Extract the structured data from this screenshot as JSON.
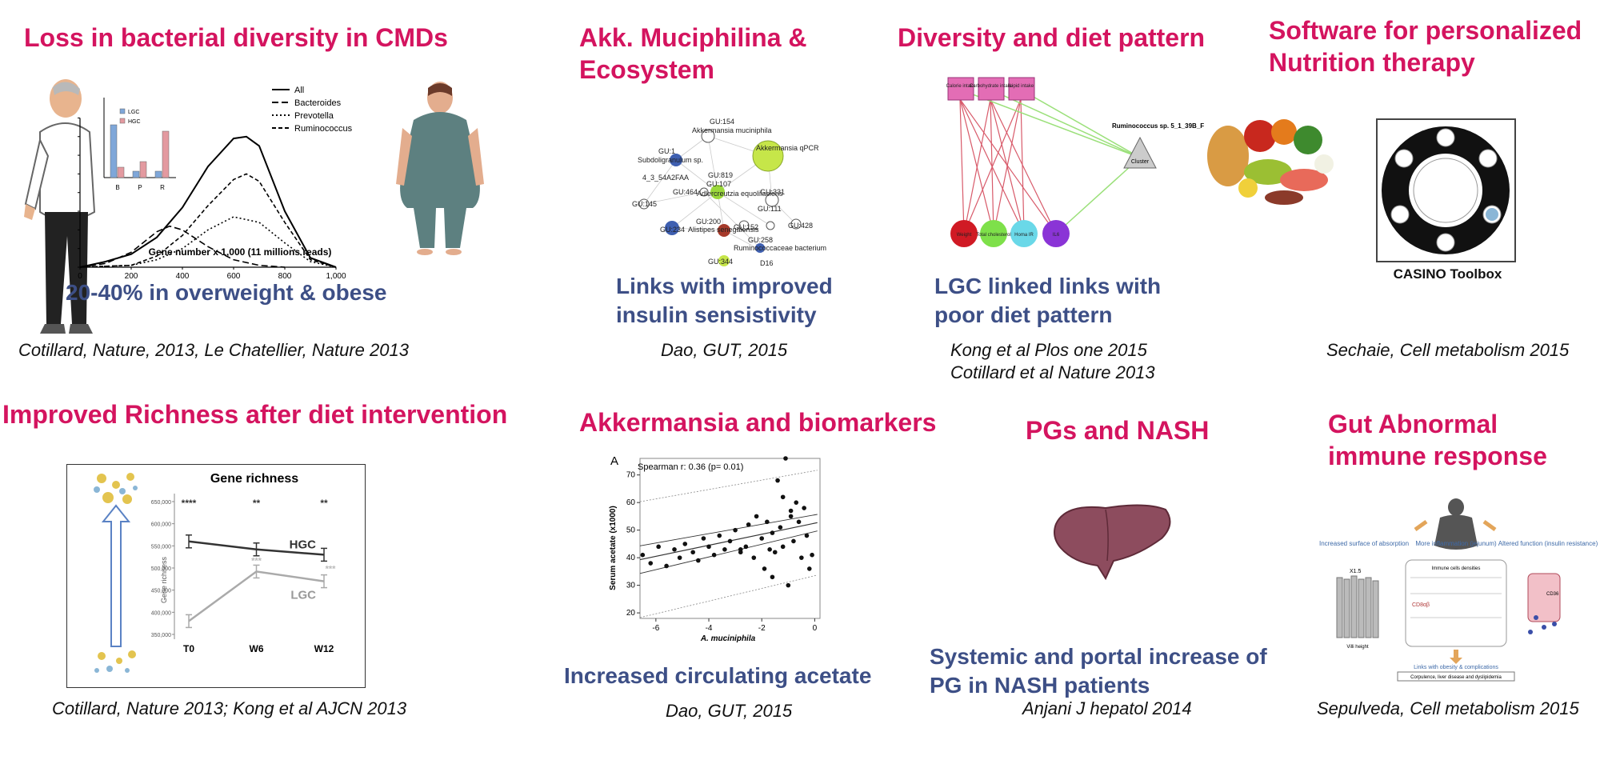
{
  "panels": {
    "p1": {
      "title": "Loss in bacterial diversity in CMDs",
      "subtitle": "20-40% in overweight & obese",
      "citation": "Cotillard, Nature, 2013, Le Chatellier, Nature 2013"
    },
    "p2": {
      "title_line1": "Akk. Muciphilina &",
      "title_line2": "Ecosystem",
      "subtitle_line1": "Links with improved",
      "subtitle_line2": "insulin sensistivity",
      "citation": "Dao, GUT, 2015"
    },
    "p3": {
      "title": "Diversity and diet pattern",
      "subtitle_line1": "LGC linked links with",
      "subtitle_line2": "poor diet pattern",
      "citation_line1": "Kong et al Plos one 2015",
      "citation_line2": "Cotillard et al Nature  2013"
    },
    "p4": {
      "title_line1": "Software for personalized",
      "title_line2": "Nutrition therapy",
      "caption": "CASINO Toolbox",
      "citation": "Sechaie, Cell metabolism 2015"
    },
    "p5": {
      "title": "Improved Richness after diet intervention",
      "citation": "Cotillard, Nature 2013; Kong et al AJCN 2013"
    },
    "p6": {
      "title": "Akkermansia and biomarkers",
      "subtitle": "Increased circulating acetate",
      "citation": "Dao, GUT, 2015"
    },
    "p7": {
      "title": "PGs and NASH",
      "subtitle_line1": "Systemic and portal increase of",
      "subtitle_line2": "PG in NASH patients",
      "citation": "Anjani J hepatol 2014"
    },
    "p8": {
      "title_line1": "Gut Abnormal",
      "title_line2": "immune response",
      "citation": "Sepulveda, Cell metabolism 2015"
    }
  },
  "colors": {
    "title": "#d4145f",
    "subtitle": "#3d4f86",
    "citation": "#111111"
  },
  "chart_data": [
    {
      "type": "line",
      "xlabel": "Gene number  x 1,000 (11 millions reads)",
      "ylabel": "",
      "xlim": [
        0,
        1000
      ],
      "ylim": [
        0,
        80
      ],
      "xticks": [
        "0",
        "200",
        "400",
        "600",
        "800",
        "1,000"
      ],
      "yticks": [
        "0",
        "10",
        "20",
        "30",
        "40",
        "50",
        "60",
        "70",
        "80"
      ],
      "series": [
        {
          "name": "All",
          "x": [
            0,
            100,
            200,
            300,
            400,
            500,
            600,
            650,
            700,
            800,
            900,
            1000
          ],
          "y": [
            0,
            3,
            7,
            16,
            32,
            54,
            69,
            70,
            65,
            30,
            5,
            0
          ]
        },
        {
          "name": "Bacteroides",
          "x": [
            0,
            100,
            200,
            300,
            350,
            400,
            500,
            600,
            700,
            800
          ],
          "y": [
            0,
            2,
            8,
            19,
            22,
            20,
            11,
            4,
            1,
            0
          ]
        },
        {
          "name": "Prevotella",
          "x": [
            0,
            200,
            300,
            400,
            500,
            600,
            700,
            800,
            900,
            1000
          ],
          "y": [
            0,
            1,
            4,
            10,
            20,
            27,
            24,
            13,
            3,
            0
          ]
        },
        {
          "name": "Ruminococcus",
          "x": [
            0,
            200,
            300,
            400,
            500,
            600,
            650,
            700,
            800,
            900,
            1000
          ],
          "y": [
            0,
            1,
            6,
            17,
            33,
            47,
            50,
            46,
            24,
            4,
            0
          ]
        }
      ],
      "inset": {
        "type": "bar",
        "categories": [
          "B",
          "P",
          "R"
        ],
        "series": [
          {
            "name": "LGC",
            "values": [
              0.66,
              0.08,
              0.08
            ]
          },
          {
            "name": "HGC",
            "values": [
              0.13,
              0.2,
              0.58
            ]
          }
        ],
        "ylim": [
          0,
          1.0
        ],
        "yticks": [
          "0.0",
          "0.1",
          "0.2",
          "0.3",
          "0.4",
          "0.5",
          "0.6",
          "0.7",
          "0.8",
          "0.9",
          "1.0"
        ]
      }
    },
    {
      "type": "line",
      "title": "Gene richness",
      "ylabel": "Gene richness",
      "categories": [
        "T0",
        "W6",
        "W12"
      ],
      "ylim": [
        350000,
        650000
      ],
      "yticks": [
        "350,000",
        "400,000",
        "450,000",
        "500,000",
        "550,000",
        "600,000",
        "650,000"
      ],
      "series": [
        {
          "name": "HGC",
          "values": [
            560000,
            542000,
            530000
          ]
        },
        {
          "name": "LGC",
          "values": [
            380000,
            492000,
            470000
          ]
        }
      ],
      "annotations": [
        "****",
        "**",
        "**",
        "***",
        "***"
      ]
    },
    {
      "type": "scatter",
      "label": "A",
      "annotation": "Spearman r: 0.36 (p= 0.01)",
      "xlabel": "A. muciniphila",
      "ylabel": "Serum acetate (x1000)",
      "xlim": [
        -6.6,
        0.2
      ],
      "ylim": [
        18,
        76
      ],
      "xticks": [
        "-6",
        "-4",
        "-2",
        "0"
      ],
      "yticks": [
        "20",
        "30",
        "40",
        "50",
        "60",
        "70"
      ],
      "x": [
        -6.5,
        -6.2,
        -5.9,
        -5.6,
        -5.3,
        -5.1,
        -4.9,
        -4.6,
        -4.4,
        -4.2,
        -4.0,
        -3.8,
        -3.6,
        -3.4,
        -3.2,
        -3.0,
        -2.8,
        -2.6,
        -2.5,
        -2.3,
        -2.2,
        -2.0,
        -1.9,
        -1.8,
        -1.7,
        -1.6,
        -1.5,
        -1.4,
        -1.3,
        -1.2,
        -1.1,
        -1.0,
        -0.9,
        -0.8,
        -0.7,
        -0.6,
        -0.5,
        -0.4,
        -0.3,
        -0.2,
        -0.1,
        -1.6,
        -1.2,
        -2.8,
        -0.9
      ],
      "y": [
        41,
        38,
        44,
        37,
        43,
        40,
        45,
        42,
        39,
        47,
        44,
        41,
        48,
        43,
        46,
        50,
        42,
        44,
        52,
        40,
        55,
        47,
        36,
        53,
        43,
        49,
        42,
        68,
        51,
        44,
        76,
        30,
        57,
        46,
        60,
        53,
        40,
        58,
        48,
        36,
        41,
        33,
        62,
        43,
        55
      ]
    }
  ],
  "panel_images": {
    "p2_network_nodes": [
      "GU:154",
      "Akkermansia muciniphila",
      "Akkermansia qPCR",
      "GU:1",
      "Subdoligranulum sp.",
      "4_3_54A2FAA",
      "GU:819",
      "GU:107",
      "Adlercreutzia equolifaciens",
      "GU:464",
      "GU:145",
      "GU:331",
      "GU:111",
      "GU:200",
      "Alistipes senegalensis",
      "GU:234",
      "GU:152",
      "GU:428",
      "GU:258",
      "Ruminococcaceae bacterium",
      "D16",
      "GU:344"
    ],
    "p3_diet_nodes": [
      "Calorie intake",
      "Carbohydrate intake",
      "Lipid intake",
      "Weight",
      "Total cholesterol",
      "Homa IR",
      "IL6"
    ],
    "p3_species": "Ruminococcus sp. 5_1_39B_FAA",
    "p3_cluster": "Cluster",
    "p8_labels": {
      "col1": "Increased surface of absorption",
      "col2": "More inflammation (jejunum)",
      "col3": "Altered function (insulin resistance)",
      "ratio": "X1.5",
      "villi": "Villi height",
      "box_title": "Immune cells densities",
      "cd": "CD8αβ",
      "links": "Links with obesity & complications",
      "footer": "Corpulence, liver disease and dyslipidemia",
      "cd36": "CD36"
    }
  }
}
